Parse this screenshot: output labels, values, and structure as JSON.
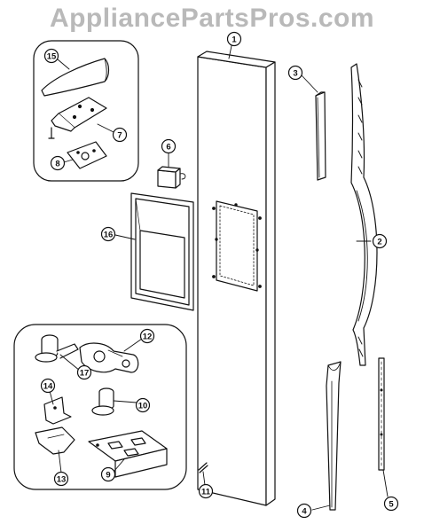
{
  "watermark": "AppliancePartsPros.com",
  "colors": {
    "line": "#111111",
    "watermark": "#b9b9b9",
    "background": "#ffffff"
  },
  "callouts": {
    "c1": "1",
    "c2": "2",
    "c3": "3",
    "c4": "4",
    "c5": "5",
    "c6": "6",
    "c7": "7",
    "c8": "8",
    "c9": "9",
    "c10": "10",
    "c11": "11",
    "c12": "12",
    "c13": "13",
    "c14": "14",
    "c15": "15",
    "c16": "16",
    "c17": "17"
  }
}
